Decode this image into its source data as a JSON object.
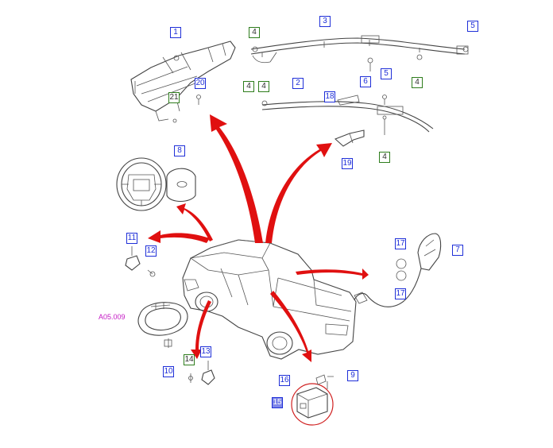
{
  "callouts": {
    "c1": "1",
    "c2": "2",
    "c3": "3",
    "c4a": "4",
    "c4b": "4",
    "c4c": "4",
    "c4d": "4",
    "c4e": "4",
    "c5a": "5",
    "c5b": "5",
    "c6": "6",
    "c7": "7",
    "c8": "8",
    "c9": "9",
    "c10": "10",
    "c11": "11",
    "c12": "12",
    "c13": "13",
    "c14": "14",
    "c15": "15",
    "c16": "16",
    "c17a": "17",
    "c17b": "17",
    "c18": "18",
    "c19": "19",
    "c20": "20",
    "c21": "21"
  },
  "reference_label": "A05.009",
  "colors": {
    "arrow": "#e01010",
    "callout_border": "#1f2fd8",
    "callout_green": "#2e7d1c",
    "reference": "#c41ac4",
    "highlight_circle": "#d02020"
  }
}
